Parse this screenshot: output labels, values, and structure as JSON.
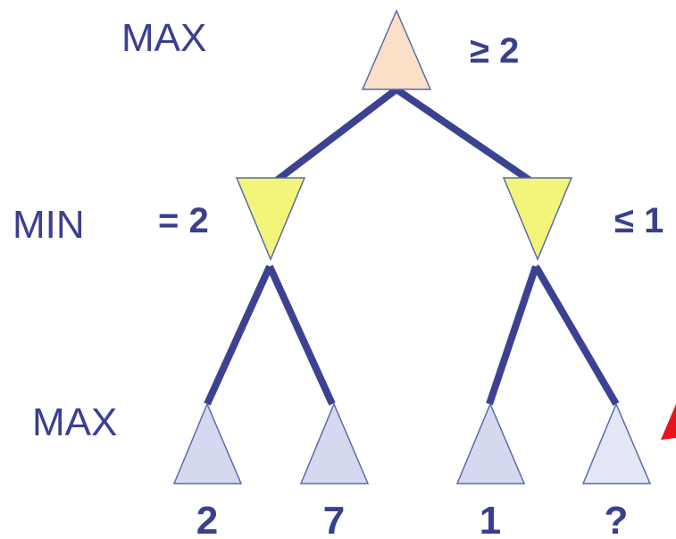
{
  "levels": {
    "top": "MAX",
    "middle": "MIN",
    "bottom": "MAX"
  },
  "bounds": {
    "root": "≥ 2",
    "left_min": "= 2",
    "right_min": "≤ 1"
  },
  "leaves": [
    "2",
    "7",
    "1",
    "?"
  ],
  "colors": {
    "edge": "#3c4191",
    "text": "#3a3f8f",
    "max_root_fill": "#fbe0c8",
    "min_fill": "#f3f57a",
    "leaf_fill": "#d5d9f0",
    "unknown_leaf_fill": "#e4e7f6",
    "pruned_marker": "#e8141b"
  }
}
